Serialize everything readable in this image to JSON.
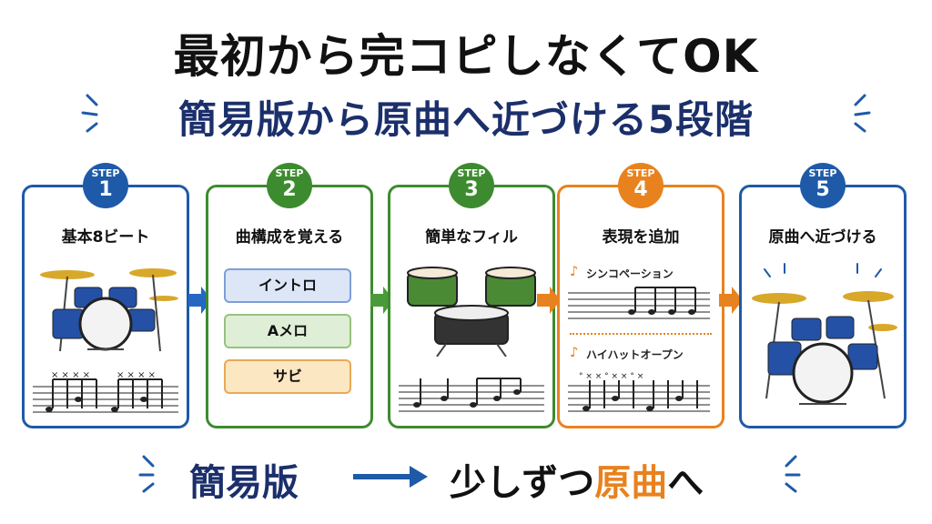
{
  "title_line1": "最初から完コピしなくてOK",
  "title_line2": "簡易版から原曲へ近づける5段階",
  "steps": [
    {
      "badge": "STEP",
      "number": "1",
      "title": "基本8ビート",
      "color": "#1e5aa8"
    },
    {
      "badge": "STEP",
      "number": "2",
      "title": "曲構成を覚える",
      "color": "#3d8b2f",
      "sections": [
        "イントロ",
        "Aメロ",
        "サビ"
      ]
    },
    {
      "badge": "STEP",
      "number": "3",
      "title": "簡単なフィル",
      "color": "#3d8b2f"
    },
    {
      "badge": "STEP",
      "number": "4",
      "title": "表現を追加",
      "color": "#e8821e",
      "items": [
        "シンコペーション",
        "ハイハットオープン"
      ]
    },
    {
      "badge": "STEP",
      "number": "5",
      "title": "原曲へ近づける",
      "color": "#1e5aa8"
    }
  ],
  "bottom": {
    "left": "簡易版",
    "right_prefix": "少しずつ",
    "right_highlight": "原曲",
    "right_suffix": "へ"
  },
  "colors": {
    "navy": "#1b2f6b",
    "blue": "#1e5aa8",
    "green": "#3d8b2f",
    "orange": "#e8821e"
  },
  "icons": [
    "drum-kit-icon",
    "music-note-icon",
    "arrow-right-icon",
    "sparkle-icon"
  ]
}
